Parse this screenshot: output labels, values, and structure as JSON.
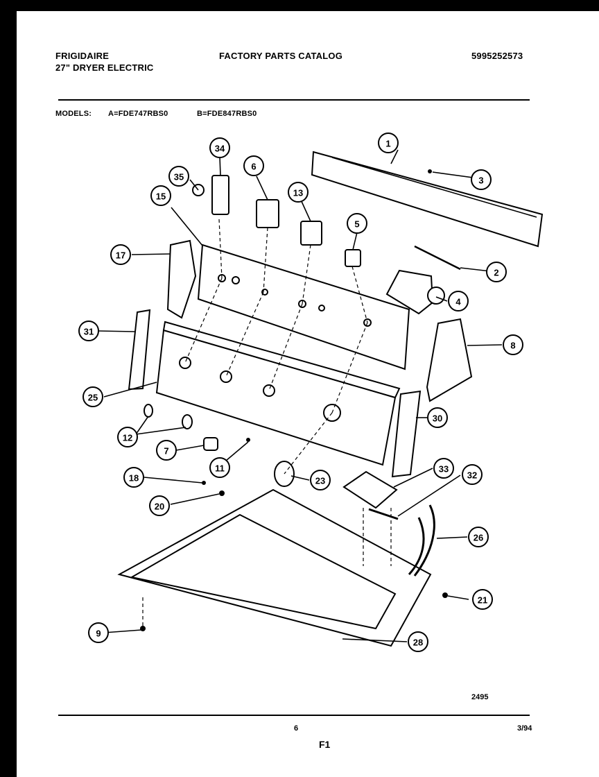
{
  "header": {
    "brand": "FRIGIDAIRE",
    "product": "27\" DRYER ELECTRIC",
    "title": "FACTORY PARTS CATALOG",
    "catalog_number": "5995252573"
  },
  "models": {
    "label": "MODELS:",
    "model_a": "A=FDE747RBS0",
    "model_b": "B=FDE847RBS0"
  },
  "callouts": [
    "1",
    "2",
    "3",
    "4",
    "5",
    "6",
    "7",
    "8",
    "9",
    "11",
    "12",
    "13",
    "15",
    "17",
    "18",
    "20",
    "21",
    "23",
    "25",
    "26",
    "28",
    "30",
    "31",
    "32",
    "33",
    "34",
    "35"
  ],
  "footer": {
    "drawing_number": "2495",
    "page_number": "6",
    "section": "F1",
    "date": "3/94"
  }
}
